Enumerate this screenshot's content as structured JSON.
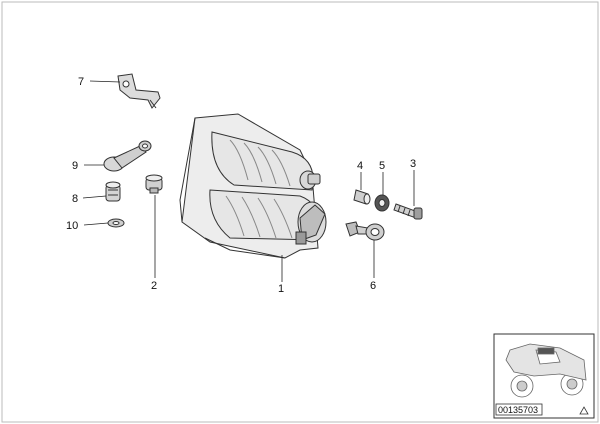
{
  "diagram": {
    "callouts": [
      {
        "key": "c1",
        "label": "1",
        "part": "starter-motor"
      },
      {
        "key": "c2",
        "label": "2",
        "part": "grommet"
      },
      {
        "key": "c3",
        "label": "3",
        "part": "hex-bolt"
      },
      {
        "key": "c4",
        "label": "4",
        "part": "bushing"
      },
      {
        "key": "c5",
        "label": "5",
        "part": "washer"
      },
      {
        "key": "c6",
        "label": "6",
        "part": "ring-terminal-bolt"
      },
      {
        "key": "c7",
        "label": "7",
        "part": "mounting-bracket"
      },
      {
        "key": "c8",
        "label": "8",
        "part": "cable-connector"
      },
      {
        "key": "c9",
        "label": "9",
        "part": "cable-lug"
      },
      {
        "key": "c10",
        "label": "10",
        "part": "lock-nut"
      }
    ],
    "thumbnail": {
      "reference_code": "00135703",
      "icon": "motorcycle-thumbnail-icon",
      "corner_icon": "triangle-icon"
    }
  }
}
